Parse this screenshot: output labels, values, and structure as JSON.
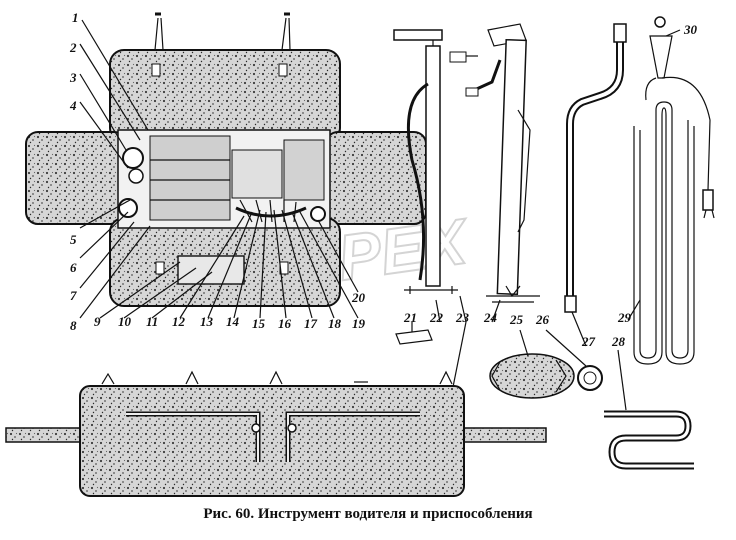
{
  "caption": "Рис. 60. Инструмент водителя и приспособления",
  "watermark": "PEX",
  "callouts": [
    {
      "id": "callout-1",
      "label": "1"
    },
    {
      "id": "callout-2",
      "label": "2"
    },
    {
      "id": "callout-3",
      "label": "3"
    },
    {
      "id": "callout-4",
      "label": "4"
    },
    {
      "id": "callout-5",
      "label": "5"
    },
    {
      "id": "callout-6",
      "label": "6"
    },
    {
      "id": "callout-7",
      "label": "7"
    },
    {
      "id": "callout-8",
      "label": "8"
    },
    {
      "id": "callout-9",
      "label": "9"
    },
    {
      "id": "callout-10",
      "label": "10"
    },
    {
      "id": "callout-11",
      "label": "11"
    },
    {
      "id": "callout-12",
      "label": "12"
    },
    {
      "id": "callout-13",
      "label": "13"
    },
    {
      "id": "callout-14",
      "label": "14"
    },
    {
      "id": "callout-15",
      "label": "15"
    },
    {
      "id": "callout-16",
      "label": "16"
    },
    {
      "id": "callout-17",
      "label": "17"
    },
    {
      "id": "callout-18",
      "label": "18"
    },
    {
      "id": "callout-19",
      "label": "19"
    },
    {
      "id": "callout-20",
      "label": "20"
    },
    {
      "id": "callout-21",
      "label": "21"
    },
    {
      "id": "callout-22",
      "label": "22"
    },
    {
      "id": "callout-23",
      "label": "23"
    },
    {
      "id": "callout-24",
      "label": "24"
    },
    {
      "id": "callout-25",
      "label": "25"
    },
    {
      "id": "callout-26",
      "label": "26"
    },
    {
      "id": "callout-27",
      "label": "27"
    },
    {
      "id": "callout-28",
      "label": "28"
    },
    {
      "id": "callout-29",
      "label": "29"
    },
    {
      "id": "callout-30",
      "label": "30"
    }
  ]
}
